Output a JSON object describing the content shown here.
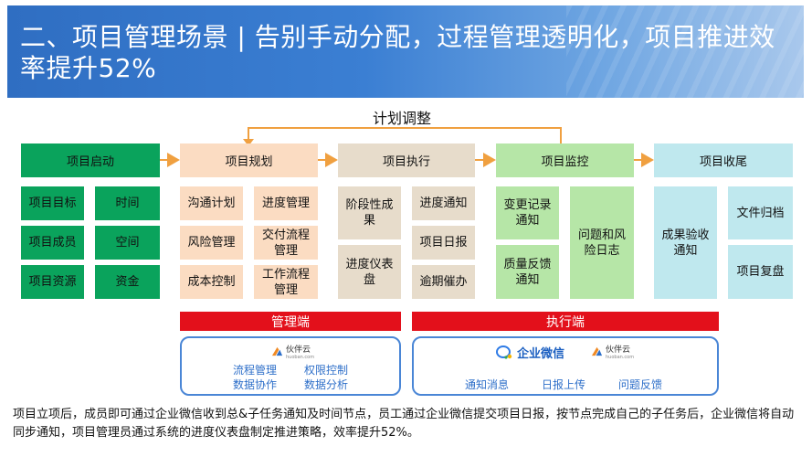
{
  "header": {
    "title": "二、项目管理场景 | 告别手动分配，过程管理透明化，项目推进效率提升52%"
  },
  "loop_label": "计划调整",
  "stages": [
    {
      "label": "项目启动"
    },
    {
      "label": "项目规划"
    },
    {
      "label": "项目执行"
    },
    {
      "label": "项目监控"
    },
    {
      "label": "项目收尾"
    }
  ],
  "start_items": [
    "项目目标",
    "时间",
    "项目成员",
    "空间",
    "项目资源",
    "资金"
  ],
  "plan_items": [
    "沟通计划",
    "进度管理",
    "风险管理",
    "交付流程管理",
    "成本控制",
    "工作流程管理"
  ],
  "exec_items": [
    "阶段性成果",
    "进度通知",
    "项目日报",
    "进度仪表盘",
    "逾期催办"
  ],
  "monitor_items": [
    "变更记录通知",
    "问题和风险日志",
    "质量反馈通知"
  ],
  "close_items": [
    "成果验收通知",
    "文件归档",
    "项目复盘"
  ],
  "bars": {
    "management": "管理端",
    "execution": "执行端"
  },
  "management_panel": {
    "logo_text": "伙伴云",
    "logo_sub": "huoban.com",
    "features": [
      "流程管理",
      "权限控制",
      "数据协作",
      "数据分析"
    ]
  },
  "execution_panel": {
    "wecom_label": "企业微信",
    "logo_text": "伙伴云",
    "logo_sub": "huoban.com",
    "features": [
      "通知消息",
      "日报上传",
      "问题反馈"
    ]
  },
  "footer": "项目立项后，成员即可通过企业微信收到总&子任务通知及时间节点，员工通过企业微信提交项目日报，按节点完成自己的子任务后，企业微信将自动同步通知，项目管理员通过系统的进度仪表盘制定推进策略，效率提升52%。",
  "colors": {
    "header_blue": "#3b7fd3",
    "start_green": "#0aa35c",
    "plan_orange": "#fbdcc2",
    "exec_tan": "#e7dccb",
    "monitor_green": "#b6e6a7",
    "close_cyan": "#bfe8ee",
    "bar_red": "#e3101b",
    "panel_border": "#4a86d6"
  }
}
